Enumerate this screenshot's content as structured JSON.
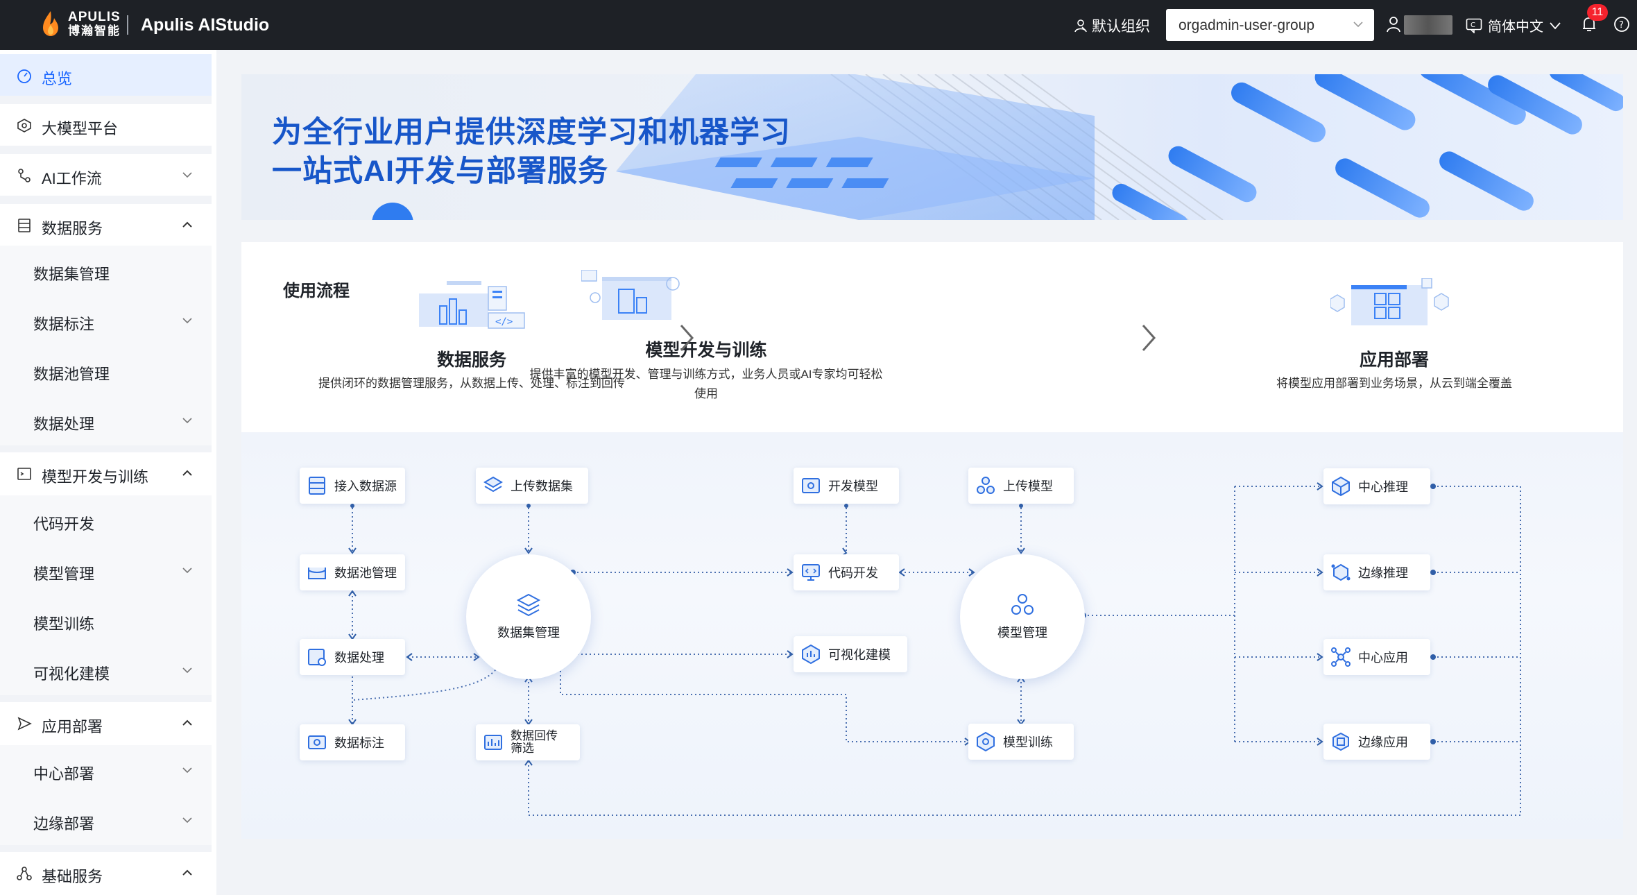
{
  "header": {
    "logo_en": "APULIS",
    "logo_cn": "博瀚智能",
    "app_name": "Apulis AIStudio",
    "org_label": "默认组织",
    "org_select_value": "orgadmin-user-group",
    "language": "简体中文",
    "notification_count": "11"
  },
  "sidebar": {
    "items": [
      {
        "label": "总览"
      },
      {
        "label": "大模型平台"
      },
      {
        "label": "AI工作流"
      },
      {
        "label": "数据服务"
      },
      {
        "label": "数据集管理"
      },
      {
        "label": "数据标注"
      },
      {
        "label": "数据池管理"
      },
      {
        "label": "数据处理"
      },
      {
        "label": "模型开发与训练"
      },
      {
        "label": "代码开发"
      },
      {
        "label": "模型管理"
      },
      {
        "label": "模型训练"
      },
      {
        "label": "可视化建模"
      },
      {
        "label": "应用部署"
      },
      {
        "label": "中心部署"
      },
      {
        "label": "边缘部署"
      },
      {
        "label": "基础服务"
      }
    ]
  },
  "banner": {
    "line1": "为全行业用户提供深度学习和机器学习",
    "line2": "一站式AI开发与部署服务"
  },
  "usage": {
    "title": "使用流程",
    "steps": [
      {
        "title": "数据服务",
        "desc": "提供闭环的数据管理服务，从数据上传、处理、标注到回传"
      },
      {
        "title": "模型开发与训练",
        "desc_line1": "提供丰富的模型开发、管理与训练方式，业务人员或AI专家均可轻松",
        "desc_line2": "使用"
      },
      {
        "title": "应用部署",
        "desc": "将模型应用部署到业务场景，从云到端全覆盖"
      }
    ]
  },
  "flow": {
    "nodes": {
      "data_source": "接入数据源",
      "upload_dataset": "上传数据集",
      "data_pool": "数据池管理",
      "data_process": "数据处理",
      "data_label": "数据标注",
      "data_return_line1": "数据回传",
      "data_return_line2": "筛选",
      "dev_model": "开发模型",
      "upload_model": "上传模型",
      "code_dev": "代码开发",
      "visual_model": "可视化建模",
      "model_train": "模型训练",
      "center_infer": "中心推理",
      "edge_infer": "边缘推理",
      "center_app": "中心应用",
      "edge_app": "边缘应用"
    },
    "hubs": {
      "dataset_mgmt": "数据集管理",
      "model_mgmt": "模型管理"
    }
  },
  "colors": {
    "accent": "#1a66ff",
    "header_bg": "#1e2126",
    "banner_title": "#1756c9",
    "badge": "#f5222d"
  }
}
